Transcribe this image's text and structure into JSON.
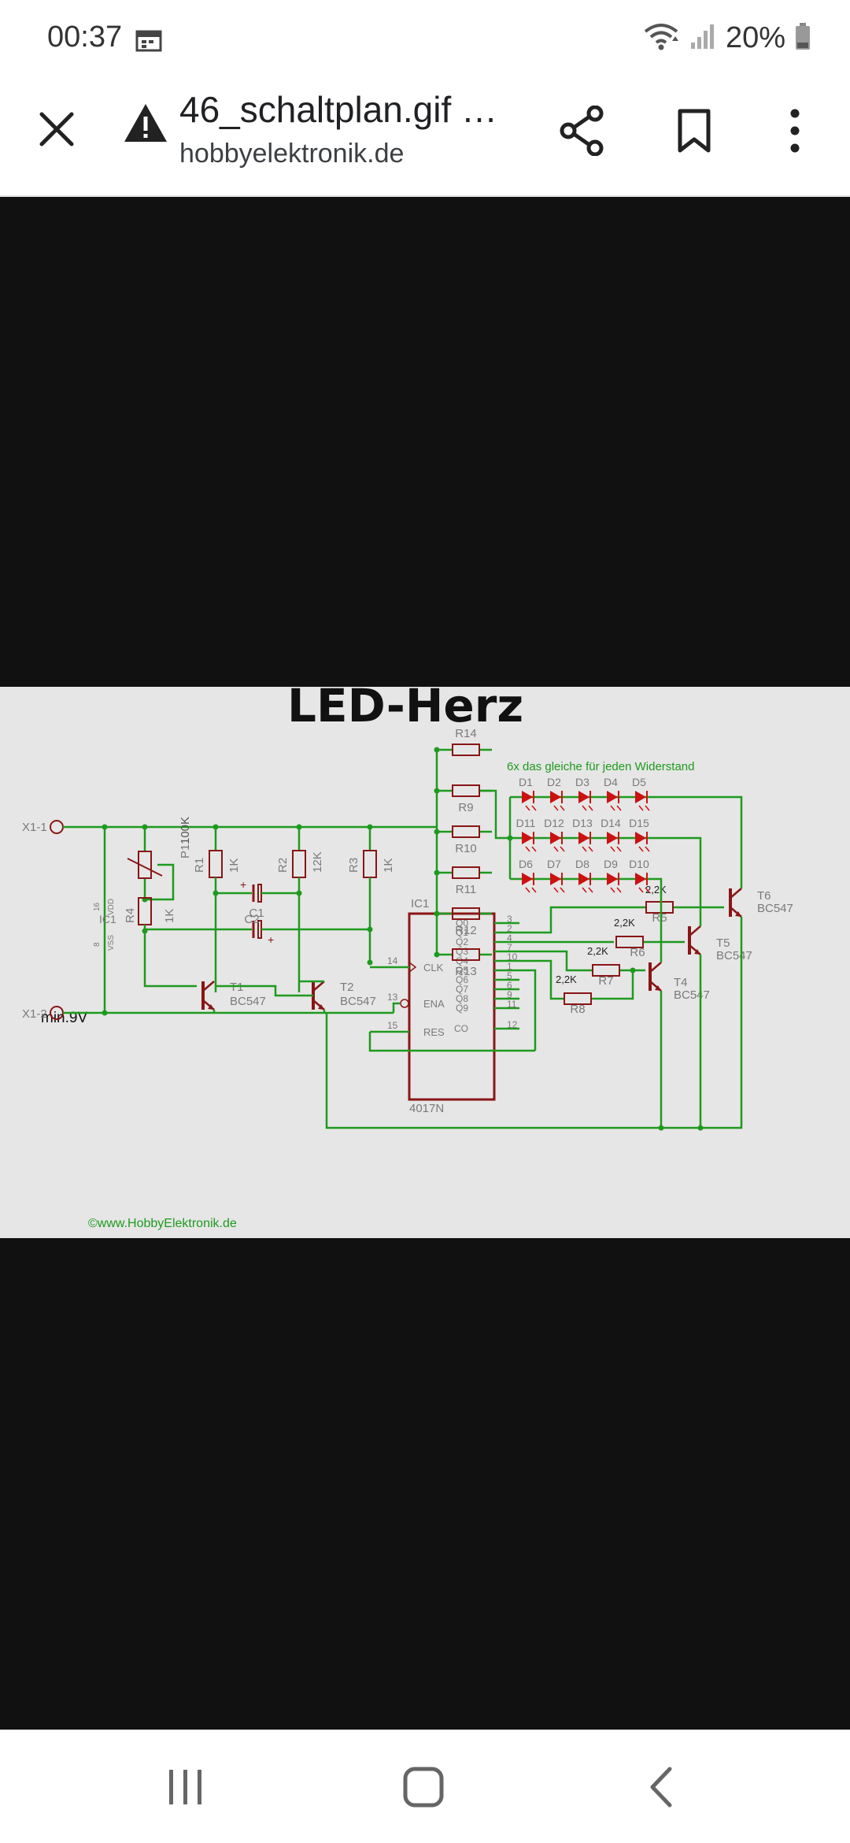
{
  "status_bar": {
    "time": "00:37",
    "battery": "20%",
    "calendar_icon": "calendar-icon",
    "wifi_icon": "wifi-icon",
    "signal_icon": "signal-icon",
    "battery_icon": "battery-icon"
  },
  "toolbar": {
    "title": "46_schaltplan.gif …",
    "domain": "hobbyelektronik.de",
    "close_icon": "close-icon",
    "warning_icon": "warning-icon",
    "share_icon": "share-icon",
    "bookmark_icon": "bookmark-icon",
    "more_icon": "more-vert-icon"
  },
  "schematic": {
    "title": "LED-Herz",
    "note": "6x das gleiche für jeden Widerstand",
    "copyright": "©www.HobbyElektronik.de",
    "supply": "min.9V",
    "terminals": [
      "X1-1",
      "X1-2"
    ],
    "resistors_top": [
      "R14",
      "R9",
      "R10",
      "R11",
      "R12",
      "R13"
    ],
    "led_rows": [
      [
        "D1",
        "D2",
        "D3",
        "D4",
        "D5"
      ],
      [
        "D11",
        "D12",
        "D13",
        "D14",
        "D15"
      ],
      [
        "D6",
        "D7",
        "D8",
        "D9",
        "D10"
      ]
    ],
    "labels": {
      "p1": "P1",
      "p1_val": "100K",
      "r1": "R1",
      "r1_val": "1K",
      "r2": "R2",
      "r2_val": "12K",
      "r3": "R3",
      "r3_val": "1K",
      "r4": "R4",
      "r4_val": "1K",
      "c1": "C1",
      "c2": "C2",
      "ic1": "IC1",
      "ic1_part": "4017N",
      "ic1_pwr": "IC1",
      "vdd": "VDD",
      "vss": "VSS",
      "pin16": "16",
      "pin8": "8",
      "t1": "T1",
      "t2": "T2",
      "t3": "T4",
      "t5": "T5",
      "t6": "T6",
      "bc547": "BC547",
      "r5": "R5",
      "r6": "R6",
      "r7": "R7",
      "r8": "R8",
      "val22k": "2,2K"
    },
    "ic_pins_left": [
      "CLK",
      "ENA",
      "RES"
    ],
    "ic_pins_left_nums": [
      "14",
      "13",
      "15"
    ],
    "ic_outputs": [
      "Q0",
      "Q1",
      "Q2",
      "Q3",
      "Q4",
      "Q5",
      "Q6",
      "Q7",
      "Q8",
      "Q9",
      "CO"
    ],
    "ic_output_nums": [
      "3",
      "2",
      "4",
      "7",
      "10",
      "1",
      "5",
      "6",
      "9",
      "11",
      "12"
    ]
  },
  "colors": {
    "wire": "#1e9a1e",
    "component": "#8a1515",
    "label": "#7a7a7a",
    "led": "#cc1111",
    "image_bg": "#e6e6e6"
  },
  "nav_bar": {
    "recents_icon": "recent-apps-icon",
    "home_icon": "home-icon",
    "back_icon": "back-icon"
  }
}
